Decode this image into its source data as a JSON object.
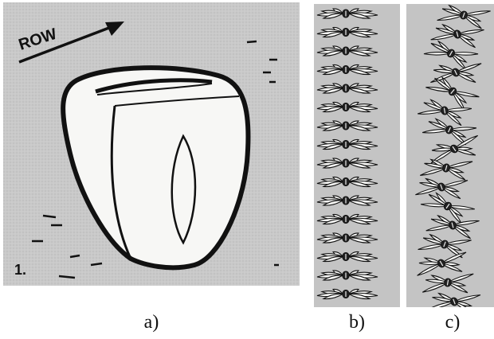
{
  "panels": [
    {
      "id": "a",
      "caption": "a)",
      "row_label": "ROW",
      "figure_number": "1."
    },
    {
      "id": "b",
      "caption": "b)"
    },
    {
      "id": "c",
      "caption": "c)"
    }
  ],
  "colors": {
    "paper_gray": "#c9c9c9",
    "ink": "#111111",
    "flower_white": "#f7f7f5",
    "seed_dark": "#222222"
  }
}
